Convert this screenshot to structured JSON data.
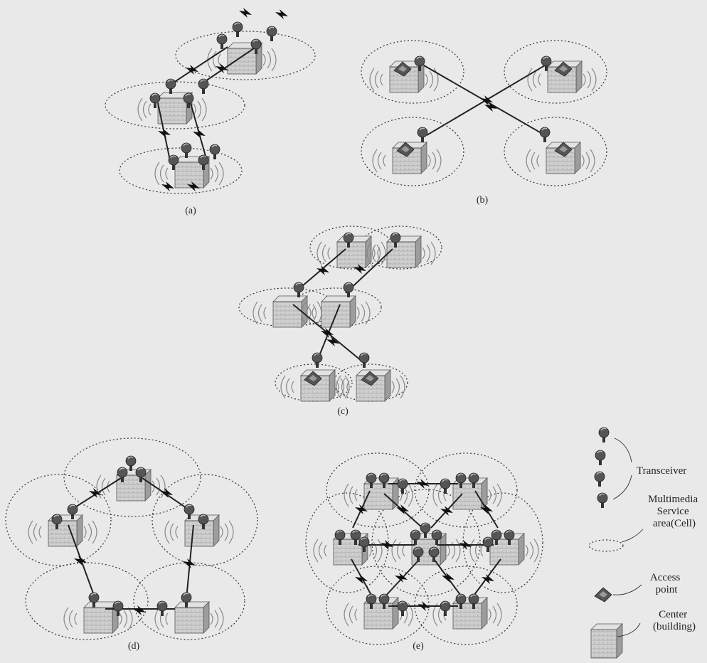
{
  "captions": {
    "a": "(a)",
    "b": "(b)",
    "c": "(c)",
    "d": "(d)",
    "e": "(e)"
  },
  "legend": {
    "transceiver": "Transceiver",
    "service_area_lines": [
      "Multimedia",
      "Service",
      "area(Cell)"
    ],
    "access_point_lines": [
      "Access",
      "point"
    ],
    "center_lines": [
      "Center",
      "(building)"
    ]
  },
  "colors": {
    "background": "#e9e9e9",
    "building": "#c8c8c8",
    "transceiver": "#444444",
    "outline": "#333333"
  }
}
